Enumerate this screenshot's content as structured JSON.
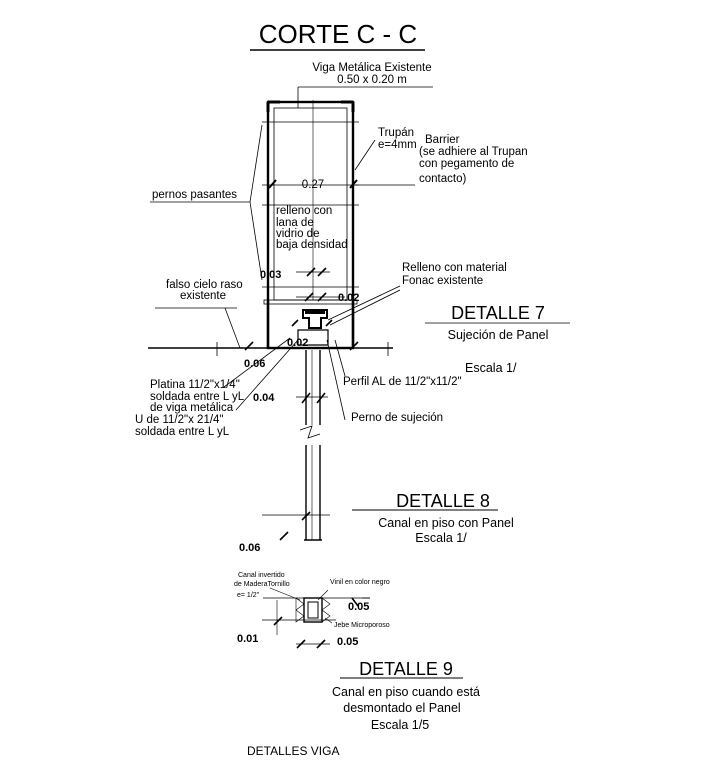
{
  "title": "CORTE C - C",
  "labels": {
    "viga_line1": "Viga Metálica Existente",
    "viga_line2": "0.50 x 0.20 m",
    "trupan_line1": "Trupán",
    "trupan_line2": "e=4mm",
    "barrier_line1": "Barrier",
    "barrier_line2": "(se adhiere al Trupan",
    "barrier_line3": "con pegamento de",
    "barrier_line4": "contacto)",
    "pernos": "pernos pasantes",
    "dim_027": "0.27",
    "relleno_line1": "relleno con",
    "relleno_line2": "lana de",
    "relleno_line3": "vidrio de",
    "relleno_line4": "baja densidad",
    "dim_003": "0.03",
    "fonac_line1": "Relleno con material",
    "fonac_line2": "Fonac existente",
    "falso_line1": "falso cielo raso",
    "falso_line2": "existente",
    "dim_002a": "0.02",
    "dim_002b": "0.02",
    "dim_006a": "0.06",
    "platina_line1": "Platina 11/2\"x1/4\"",
    "platina_line2": "soldada entre L yL",
    "platina_line3": "de viga metálica",
    "u_line1": "U de 11/2\"x 21/4\"",
    "u_line2": "soldada entre L yL",
    "dim_004": "0.04",
    "perfil": "Perfil AL de 11/2\"x11/2\"",
    "perno_sujecion": "Perno de sujeción",
    "dim_006b": "0.06",
    "canal_inv_line1": "Canal invertido",
    "canal_inv_line2": "de MaderaTornillo",
    "e_half": "e= 1/2\"",
    "vinil": "Vinil en color negro",
    "jebe": "Jebe Microporoso",
    "dim_005a": "0.05",
    "dim_005b": "0.05",
    "dim_001": "0.01",
    "footer": "DETALLES VIGA"
  },
  "details": {
    "d7_title": "DETALLE 7",
    "d7_sub": "Sujeción de Panel",
    "d7_scale": "Escala 1/",
    "d8_title": "DETALLE 8",
    "d8_sub1": "Canal en piso con Panel",
    "d8_sub2": "Escala 1/",
    "d9_title": "DETALLE 9",
    "d9_sub1": "Canal en piso cuando está",
    "d9_sub2": "desmontado el Panel",
    "d9_sub3": "Escala 1/5"
  }
}
